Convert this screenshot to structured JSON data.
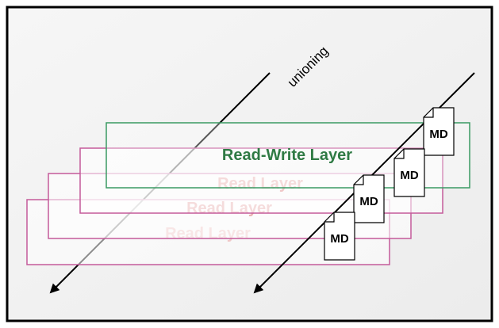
{
  "diagram": {
    "direction_label": "unioning",
    "layers": [
      {
        "label": "Read Layer"
      },
      {
        "label": "Read Layer"
      },
      {
        "label": "Read Layer"
      },
      {
        "label": "Read-Write Layer"
      }
    ],
    "file_icon_label": "MD",
    "colors": {
      "frame": "#000000",
      "background": "#f3f3f3",
      "read_layer_border": "#c45a9a",
      "read_layer_text": "#f0c8c8",
      "read_write_border": "#3a9a63",
      "read_write_text": "#2f7a44",
      "arrow": "#000000"
    }
  }
}
